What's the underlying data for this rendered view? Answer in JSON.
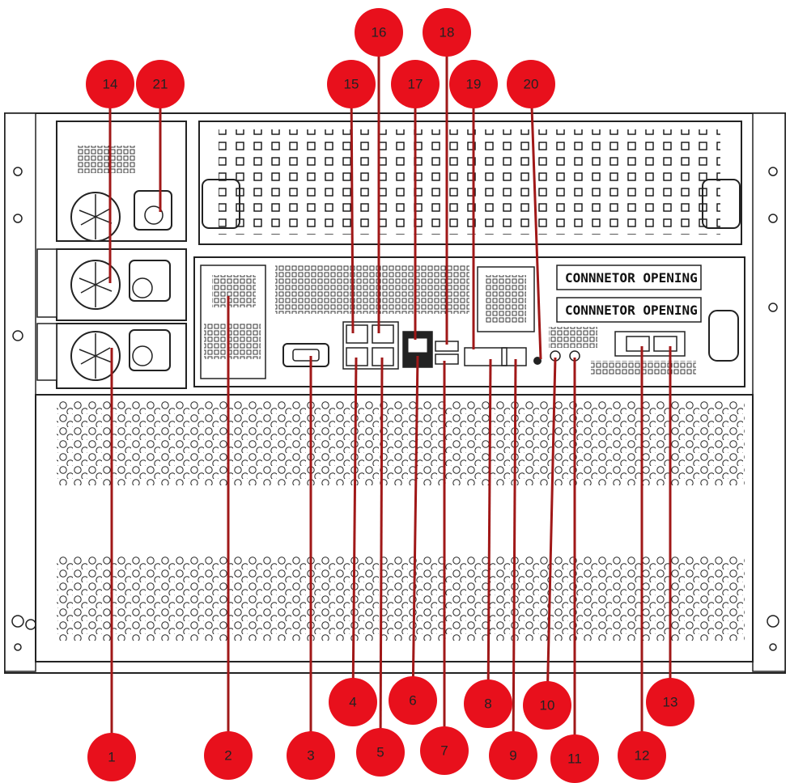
{
  "diagram": {
    "panel_labels": [
      "CONNNETOR OPENING",
      "CONNNETOR OPENING"
    ],
    "callouts": [
      {
        "id": "1",
        "label": "1"
      },
      {
        "id": "2",
        "label": "2"
      },
      {
        "id": "3",
        "label": "3"
      },
      {
        "id": "4",
        "label": "4"
      },
      {
        "id": "5",
        "label": "5"
      },
      {
        "id": "6",
        "label": "6"
      },
      {
        "id": "7",
        "label": "7"
      },
      {
        "id": "8",
        "label": "8"
      },
      {
        "id": "9",
        "label": "9"
      },
      {
        "id": "10",
        "label": "10"
      },
      {
        "id": "11",
        "label": "11"
      },
      {
        "id": "12",
        "label": "12"
      },
      {
        "id": "13",
        "label": "13"
      },
      {
        "id": "14",
        "label": "14"
      },
      {
        "id": "15",
        "label": "15"
      },
      {
        "id": "16",
        "label": "16"
      },
      {
        "id": "17",
        "label": "17"
      },
      {
        "id": "18",
        "label": "18"
      },
      {
        "id": "19",
        "label": "19"
      },
      {
        "id": "20",
        "label": "20"
      },
      {
        "id": "21",
        "label": "21"
      }
    ],
    "colors": {
      "callout": "#e8101c",
      "leader": "#a01818",
      "line": "#222222"
    }
  }
}
